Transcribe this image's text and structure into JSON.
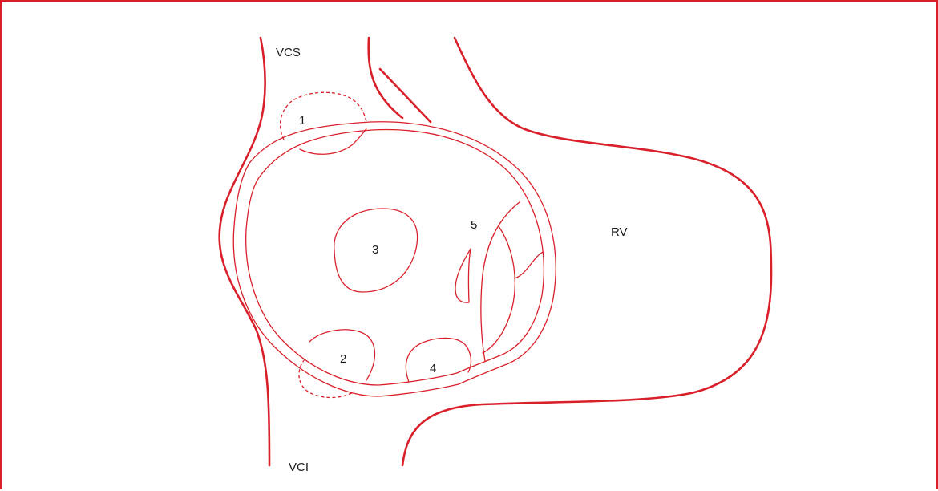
{
  "colors": {
    "stroke": "#d9202a",
    "text": "#1a1a1a",
    "background": "#ffffff"
  },
  "labels": {
    "vcs": "VCS",
    "vci": "VCI",
    "rv": "RV",
    "n1": "1",
    "n2": "2",
    "n3": "3",
    "n4": "4",
    "n5": "5"
  }
}
